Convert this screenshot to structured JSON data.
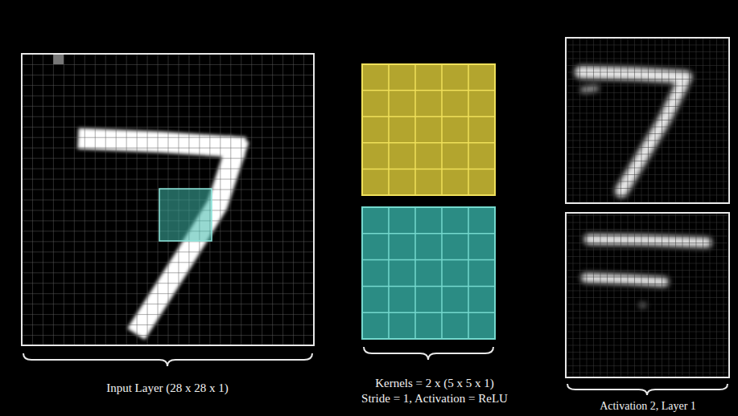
{
  "diagram": {
    "labels": [
      "Input Layer (28 x 28 x 1)",
      "Kernels = 2 x (5 x 5 x 1)",
      "Stride = 1, Activation = ReLU",
      "Activation 2, Layer 1"
    ]
  }
}
